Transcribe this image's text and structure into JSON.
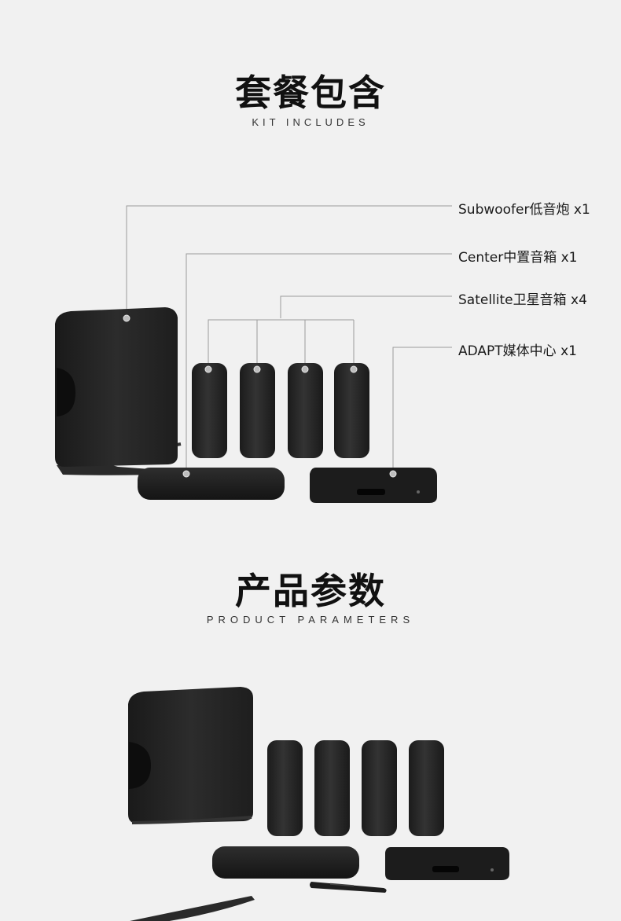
{
  "section1": {
    "title": "套餐包含",
    "subtitle": "KIT INCLUDES"
  },
  "callouts": [
    {
      "label": "Subwoofer低音炮 x1"
    },
    {
      "label": "Center中置音箱 x1"
    },
    {
      "label": "Satellite卫星音箱 x4"
    },
    {
      "label": "ADAPT媒体中心 x1"
    }
  ],
  "section2": {
    "title": "产品参数",
    "subtitle": "PRODUCT PARAMETERS"
  }
}
